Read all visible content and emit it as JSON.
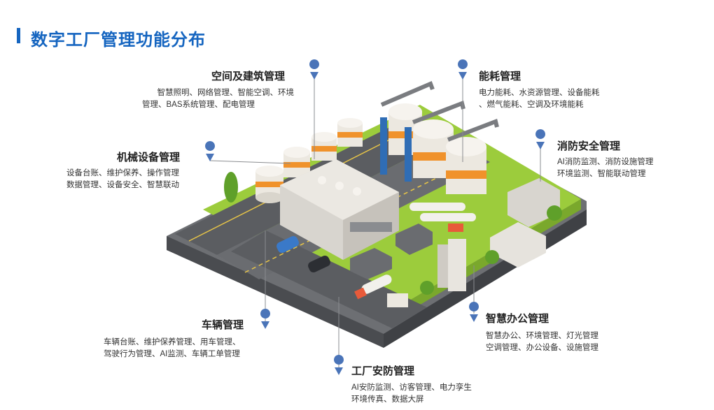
{
  "page_title": "数字工厂管理功能分布",
  "modules": [
    {
      "id": "space",
      "title": "空间及建筑管理",
      "lines": [
        "智慧照明、网络管理、智能空调、环境",
        "管理、BAS系统管理、配电管理"
      ]
    },
    {
      "id": "energy",
      "title": "能耗管理",
      "lines": [
        "电力能耗、水资源管理、设备能耗",
        "、燃气能耗、空调及环境能耗"
      ]
    },
    {
      "id": "machine",
      "title": "机械设备管理",
      "lines": [
        "设备台账、维护保养、操作管理",
        "数据管理、设备安全、智慧联动"
      ]
    },
    {
      "id": "fire",
      "title": "消防安全管理",
      "lines": [
        "AI消防监测、消防设施管理",
        "环境监测、智能联动管理"
      ]
    },
    {
      "id": "vehicle",
      "title": "车辆管理",
      "lines": [
        "车辆台账、维护保养管理、用车管理、",
        "驾驶行为管理、AI监测、车辆工单管理"
      ]
    },
    {
      "id": "office",
      "title": "智慧办公管理",
      "lines": [
        "智慧办公、环境管理、灯光管理",
        "空调管理、办公设备、设施管理"
      ]
    },
    {
      "id": "security",
      "title": "工厂安防管理",
      "lines": [
        "AI安防监测、访客管理、电力孪生",
        "环境传真、数据大屏"
      ]
    }
  ],
  "colors": {
    "accent": "#1565c0",
    "pin": "#4a74b8",
    "road": "#5b5d61",
    "grass": "#9ccc3c",
    "tank_stripe": "#f0922b"
  }
}
